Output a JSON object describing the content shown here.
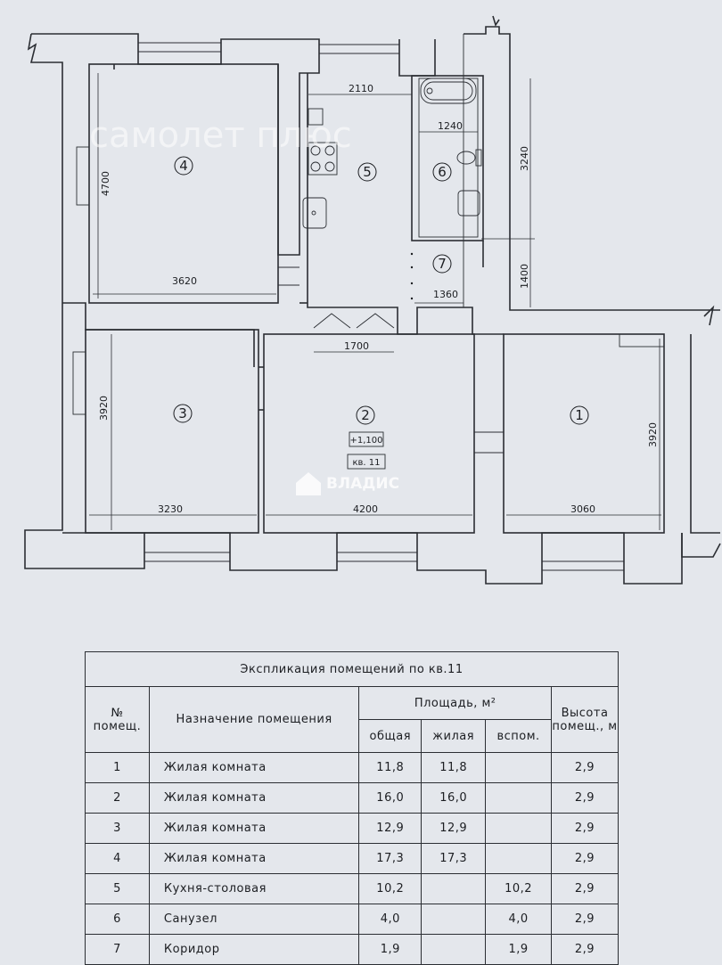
{
  "plan": {
    "rooms": [
      {
        "num": "1"
      },
      {
        "num": "2"
      },
      {
        "num": "3"
      },
      {
        "num": "4"
      },
      {
        "num": "5"
      },
      {
        "num": "6"
      },
      {
        "num": "7"
      }
    ],
    "dimensions": {
      "d2110": "2110",
      "d1240": "1240",
      "d3240": "3240",
      "d4700": "4700",
      "d3620": "3620",
      "d1400": "1400",
      "d1360": "1360",
      "d1700": "1700",
      "d3920a": "3920",
      "d3920b": "3920",
      "d3230": "3230",
      "d4200": "4200",
      "d3060": "3060"
    },
    "level_mark": "+1,100",
    "apartment_tag": "кв. 11",
    "watermark_top": "самолет плюс",
    "watermark_center": "ВЛАДИС"
  },
  "table": {
    "title": "Экспликация помещений по кв.11",
    "headers": {
      "num": "№ помещ.",
      "purpose": "Назначение помещения",
      "area": "Площадь, м²",
      "total": "общая",
      "living": "жилая",
      "aux": "вспом.",
      "height": "Высота помещ., м"
    },
    "rows": [
      {
        "num": "1",
        "name": "Жилая комната",
        "total": "11,8",
        "living": "11,8",
        "aux": "",
        "height": "2,9"
      },
      {
        "num": "2",
        "name": "Жилая комната",
        "total": "16,0",
        "living": "16,0",
        "aux": "",
        "height": "2,9"
      },
      {
        "num": "3",
        "name": "Жилая комната",
        "total": "12,9",
        "living": "12,9",
        "aux": "",
        "height": "2,9"
      },
      {
        "num": "4",
        "name": "Жилая комната",
        "total": "17,3",
        "living": "17,3",
        "aux": "",
        "height": "2,9"
      },
      {
        "num": "5",
        "name": "Кухня-столовая",
        "total": "10,2",
        "living": "",
        "aux": "10,2",
        "height": "2,9"
      },
      {
        "num": "6",
        "name": "Санузел",
        "total": "4,0",
        "living": "",
        "aux": "4,0",
        "height": "2,9"
      },
      {
        "num": "7",
        "name": "Коридор",
        "total": "1,9",
        "living": "",
        "aux": "1,9",
        "height": "2,9"
      }
    ]
  }
}
